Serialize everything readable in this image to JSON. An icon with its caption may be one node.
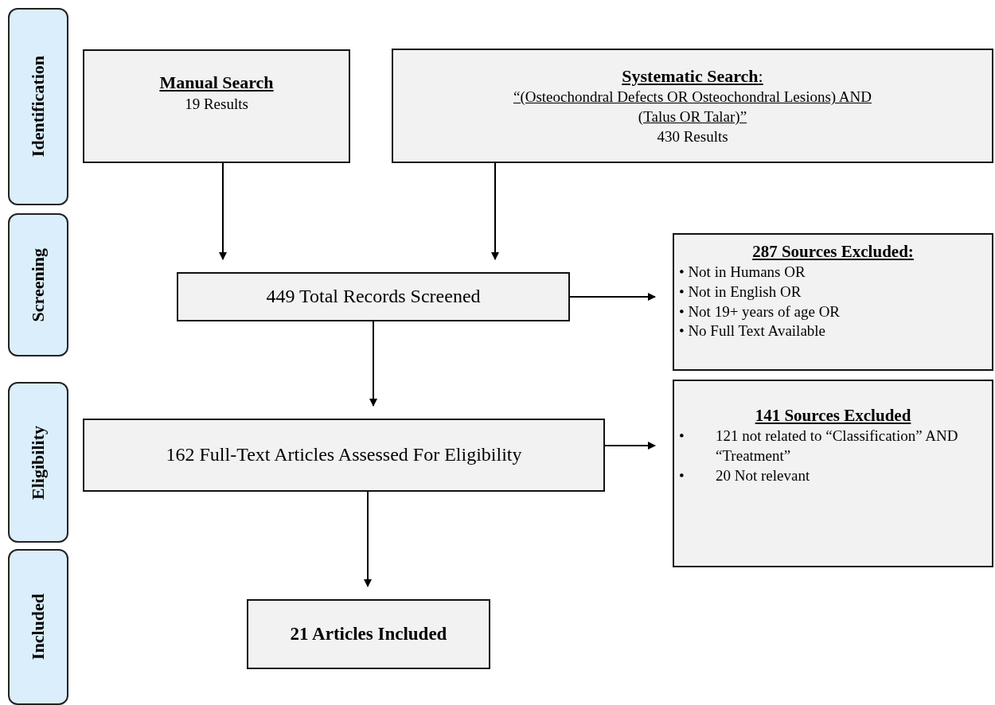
{
  "diagram": {
    "nodes": [
      {
        "text": [
          "Identification"
        ]
      },
      {
        "text": [
          "Screening"
        ]
      },
      {
        "text": [
          "Eligibility"
        ]
      },
      {
        "text": [
          "Included"
        ]
      },
      {
        "text": [
          "Manual Search",
          "19 Results"
        ]
      },
      {
        "text": [
          "**Systematic Search**:",
          "“(Osteochondral Defects OR Osteochondral Lesions) AND (Talus OR Talar)”",
          "430 Results"
        ]
      },
      {
        "text": [
          "449 Total Records Screened"
        ]
      },
      {
        "text": [
          "**287 Sources Excluded**:",
          "• Not in Humans OR",
          "• Not in English OR",
          "• Not 19+ years of age OR",
          "• No Full Text Available"
        ]
      },
      {
        "text": [
          "162 Full-Text Articles Assessed For Eligibility"
        ]
      },
      {
        "text": [
          "141 Sources Excluded",
          "•\t121 not related to “Classification” AND “Treatment”",
          "•\t20 Not relevant"
        ]
      },
      {
        "text": [
          "21 Articles Included"
        ]
      }
    ],
    "edges": [
      {
        "from": 4,
        "to": 6,
        "arrow": "to"
      },
      {
        "from": 5,
        "to": 6,
        "arrow": "to"
      },
      {
        "from": 6,
        "to": 7,
        "arrow": "to"
      },
      {
        "from": 6,
        "to": 8,
        "arrow": "to"
      },
      {
        "from": 8,
        "to": 9,
        "arrow": "to"
      },
      {
        "from": 8,
        "to": 10,
        "arrow": "to"
      }
    ]
  }
}
